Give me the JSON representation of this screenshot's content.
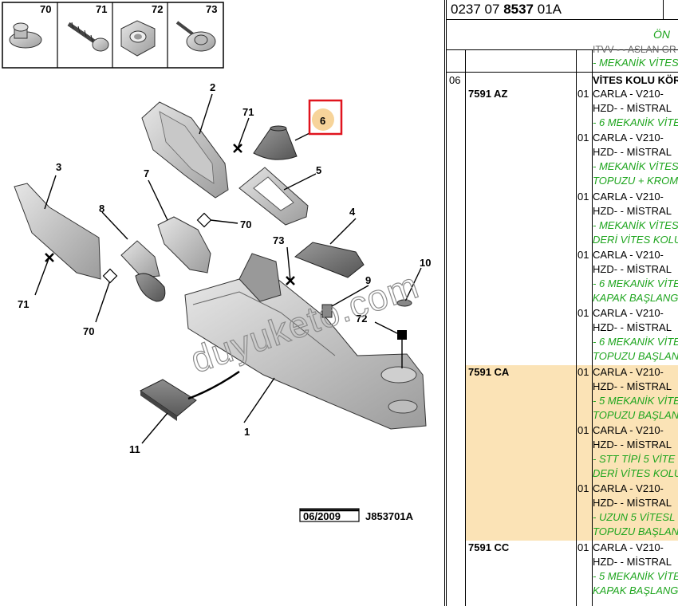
{
  "diagram": {
    "fasteners": [
      {
        "number": "70"
      },
      {
        "number": "71"
      },
      {
        "number": "72"
      },
      {
        "number": "73"
      }
    ],
    "callouts": [
      "2",
      "71",
      "6",
      "3",
      "7",
      "5",
      "8",
      "70",
      "4",
      "71",
      "73",
      "70",
      "9",
      "10",
      "72",
      "1",
      "11"
    ],
    "highlighted_part": "6",
    "highlight_color": "#e0141e",
    "date_box": "06/2009",
    "drawing_code": "J853701A",
    "watermark": "duyuketo.com"
  },
  "table": {
    "header_code_prefix": "0237 07 ",
    "header_code_bold": "8537",
    "header_code_suffix": " 01A",
    "top_right_label": "ÖN",
    "first_rows": [
      "ITVV - - ASLAN GR",
      "- MEKANİK VİTES"
    ],
    "section_number": "06",
    "section_title": "VİTES KOLU KÖR",
    "highlight_color": "#fbe3b6",
    "green_color": "#1ea51e",
    "groups": [
      {
        "part_no": "7591 AZ",
        "highlighted": false,
        "entries": [
          {
            "qty": "01",
            "lines": [
              "CARLA - V210-",
              "HZD- - MİSTRAL",
              "- 6 MEKANİK VİTE"
            ]
          },
          {
            "qty": "01",
            "lines": [
              "CARLA - V210-",
              "HZD- - MİSTRAL",
              "- MEKANİK VİTES",
              "TOPUZU + KROM"
            ]
          },
          {
            "qty": "01",
            "lines": [
              "CARLA - V210-",
              "HZD- - MİSTRAL",
              "- MEKANİK VİTES",
              "DERİ VİTES KOLU"
            ]
          },
          {
            "qty": "01",
            "lines": [
              "CARLA - V210-",
              "HZD- - MİSTRAL",
              "- 6 MEKANİK VİTE",
              "KAPAK BAŞLANG"
            ]
          },
          {
            "qty": "01",
            "lines": [
              "CARLA - V210-",
              "HZD- - MİSTRAL",
              "- 6 MEKANİK VİTE",
              "TOPUZU BAŞLAN"
            ]
          }
        ]
      },
      {
        "part_no": "7591 CA",
        "highlighted": true,
        "entries": [
          {
            "qty": "01",
            "lines": [
              "CARLA - V210-",
              "HZD- - MİSTRAL",
              "- 5 MEKANİK VİTE",
              "TOPUZU BAŞLAN"
            ]
          },
          {
            "qty": "01",
            "lines": [
              "CARLA - V210-",
              "HZD- - MİSTRAL",
              "- STT TİPİ 5 VİTE",
              "DERİ VİTES KOLU"
            ]
          },
          {
            "qty": "01",
            "lines": [
              "CARLA - V210-",
              "HZD- - MİSTRAL",
              "- UZUN 5 VİTESL",
              "TOPUZU BAŞLAN"
            ]
          }
        ]
      },
      {
        "part_no": "7591 CC",
        "highlighted": false,
        "entries": [
          {
            "qty": "01",
            "lines": [
              "CARLA - V210-",
              "HZD- - MİSTRAL",
              "- 5 MEKANİK VİTE",
              "KAPAK BAŞLANG"
            ]
          }
        ]
      }
    ]
  }
}
